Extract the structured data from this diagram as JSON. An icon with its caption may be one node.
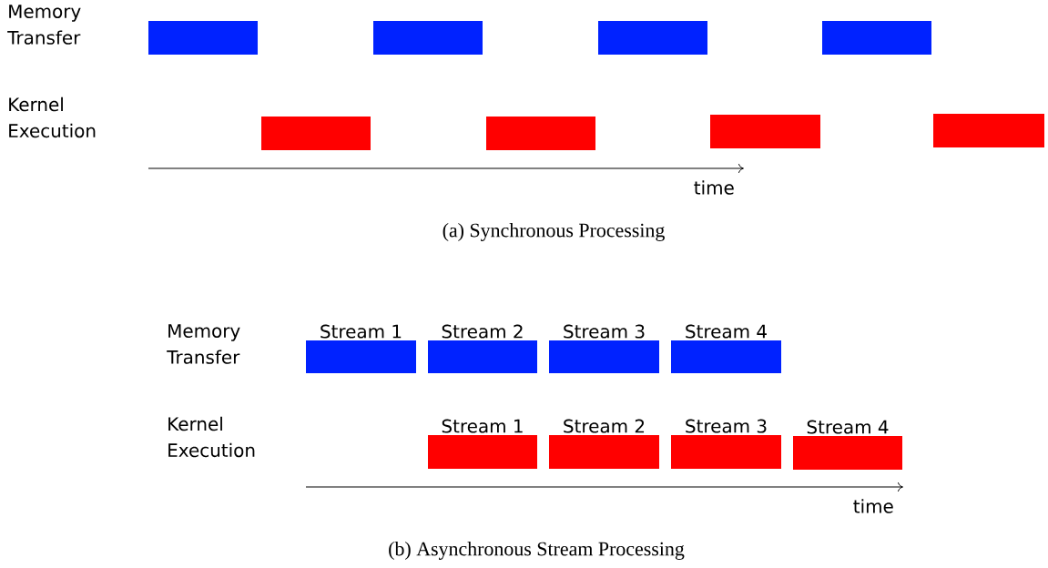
{
  "diagram": {
    "nodes": [
      {
        "text": [],
        "shape": "bar"
      },
      {
        "text": [],
        "shape": "bar"
      },
      {
        "text": [],
        "shape": "bar"
      },
      {
        "text": [],
        "shape": "bar"
      },
      {
        "text": [],
        "shape": "bar"
      },
      {
        "text": [],
        "shape": "bar"
      },
      {
        "text": [],
        "shape": "bar"
      },
      {
        "text": [],
        "shape": "bar"
      },
      {
        "text": [
          "Stream 1"
        ]
      },
      {
        "text": [
          "Stream 2"
        ]
      },
      {
        "text": [
          "Stream 3"
        ]
      },
      {
        "text": [
          "Stream 4"
        ]
      },
      {
        "text": [
          "Stream 1"
        ]
      },
      {
        "text": [
          "Stream 2"
        ]
      },
      {
        "text": [
          "Stream 3"
        ]
      },
      {
        "text": [
          "Stream 4"
        ]
      }
    ],
    "labels": [
      "Memory Transfer",
      "Kernel Execution",
      "time",
      "(a) Synchronous Processing",
      "Memory Transfer",
      "Kernel Execution",
      "time",
      "(b) Asynchronous Stream Processing"
    ]
  }
}
